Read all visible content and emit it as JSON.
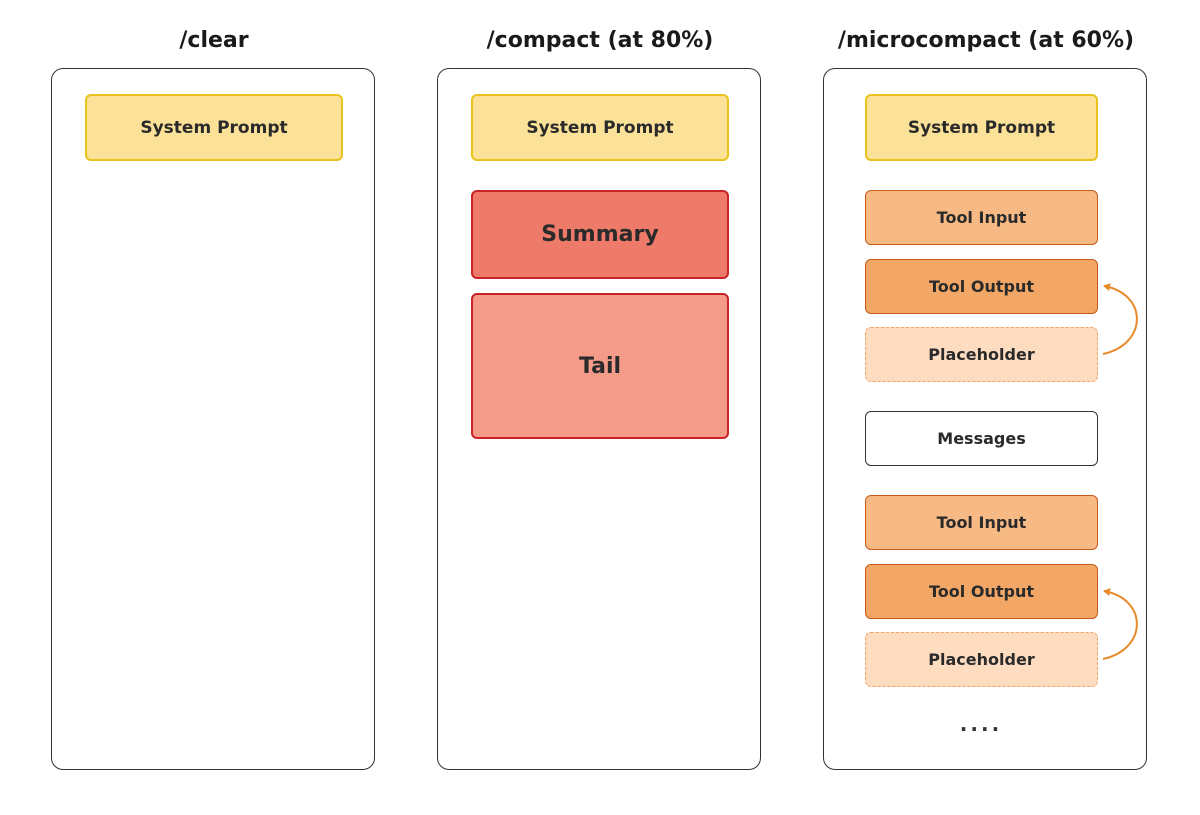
{
  "columns": [
    {
      "title": "/clear",
      "blocks": [
        {
          "label": "System Prompt"
        }
      ]
    },
    {
      "title": "/compact (at 80%)",
      "blocks": [
        {
          "label": "System Prompt"
        },
        {
          "label": "Summary"
        },
        {
          "label": "Tail"
        }
      ]
    },
    {
      "title": "/microcompact (at 60%)",
      "blocks": [
        {
          "label": "System Prompt"
        },
        {
          "label": "Tool Input"
        },
        {
          "label": "Tool Output"
        },
        {
          "label": "Placeholder"
        },
        {
          "label": "Messages"
        },
        {
          "label": "Tool Input"
        },
        {
          "label": "Tool Output"
        },
        {
          "label": "Placeholder"
        }
      ],
      "ellipsis": "...."
    }
  ],
  "colors": {
    "system_prompt_fill": "#fbe298",
    "system_prompt_border": "#e8c21e",
    "summary_fill": "#ee7a6a",
    "tail_fill": "#f59b89",
    "red_border": "#c9232a",
    "tool_input_fill": "#f8ba85",
    "tool_output_fill": "#f2a766",
    "placeholder_fill": "#fedcc0",
    "arrow": "#e8892a"
  }
}
